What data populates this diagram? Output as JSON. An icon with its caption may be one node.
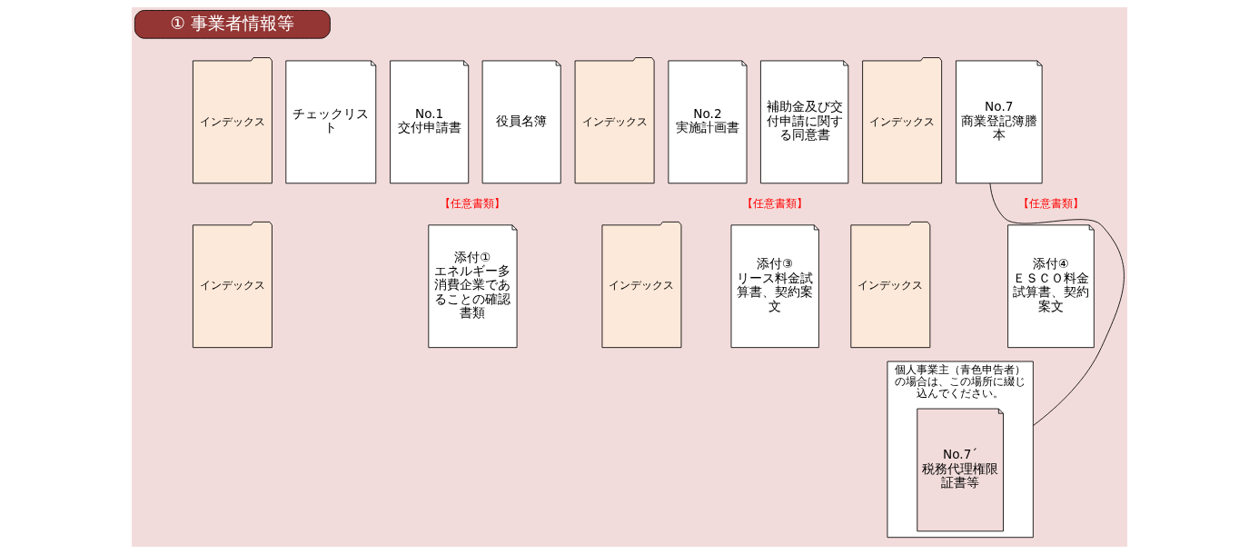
{
  "diagram": {
    "nodes": [
      {
        "text": [
          "① 事業者情報等"
        ]
      },
      {
        "text": [
          "インデックス"
        ]
      },
      {
        "text": [
          "チェックリスト"
        ]
      },
      {
        "text": [
          "No.1",
          "交付申請書"
        ]
      },
      {
        "text": [
          "役員名簿"
        ]
      },
      {
        "text": [
          "インデックス"
        ]
      },
      {
        "text": [
          "No.2",
          "実施計画書"
        ]
      },
      {
        "text": [
          "補助金及び交付申請に関する同意書"
        ]
      },
      {
        "text": [
          "インデックス"
        ]
      },
      {
        "text": [
          "No.7",
          "商業登記簿謄本"
        ]
      },
      {
        "text": [
          "個人事業主（青色申告者）の場合は、この場所に綴じ込んでください。"
        ]
      },
      {
        "text": [
          "No.7´",
          "税務代理権限証書等"
        ],
        "in": 10
      },
      {
        "text": [
          "インデックス"
        ]
      },
      {
        "text": [
          "添付①",
          "エネルギー多消費企業であることの確認書類"
        ],
        "beside": [
          "【任意書類】"
        ]
      },
      {
        "text": [
          "インデックス"
        ]
      },
      {
        "text": [
          "添付③",
          "リース料金試算書、契約案文"
        ],
        "beside": [
          "【任意書類】"
        ]
      },
      {
        "text": [
          "インデックス"
        ]
      },
      {
        "text": [
          "添付④",
          "ＥＳＣＯ料金試算書、契約案文"
        ],
        "beside": [
          "【任意書類】"
        ]
      }
    ],
    "edges": [
      {
        "from": 10,
        "to": 9,
        "arrow": "none"
      }
    ]
  }
}
